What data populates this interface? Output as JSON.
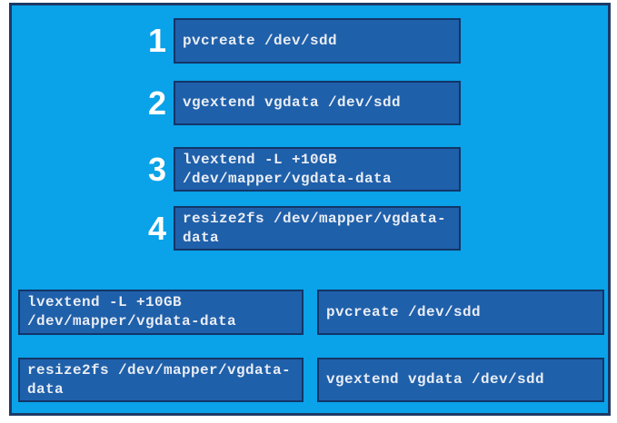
{
  "colors": {
    "page_background": "#ffffff",
    "panel_background": "#0aa2e8",
    "panel_border": "#1c3a66",
    "box_background": "#1f60aa",
    "box_border": "#123568",
    "command_text": "#e9edf5",
    "number_text": "#ffffff"
  },
  "sequence_slots": [
    {
      "number": "1",
      "command": "pvcreate /dev/sdd",
      "lines": [
        "pvcreate /dev/sdd"
      ]
    },
    {
      "number": "2",
      "command": "vgextend vgdata /dev/sdd",
      "lines": [
        "vgextend vgdata /dev/sdd"
      ]
    },
    {
      "number": "3",
      "command": "lvextend -L +10GB /dev/mapper/vgdata-data",
      "lines": [
        "lvextend -L +10GB",
        "/dev/mapper/vgdata-data"
      ]
    },
    {
      "number": "4",
      "command": "resize2fs /dev/mapper/vgdata-data",
      "lines": [
        "resize2fs /dev/mapper/vgdata-",
        "data"
      ]
    }
  ],
  "answer_options": [
    {
      "command": "lvextend -L +10GB /dev/mapper/vgdata-data",
      "lines": [
        "lvextend -L +10GB",
        "/dev/mapper/vgdata-data"
      ]
    },
    {
      "command": "pvcreate /dev/sdd",
      "lines": [
        "pvcreate /dev/sdd"
      ]
    },
    {
      "command": "resize2fs /dev/mapper/vgdata-data",
      "lines": [
        "resize2fs /dev/mapper/vgdata-",
        "data"
      ]
    },
    {
      "command": "vgextend vgdata /dev/sdd",
      "lines": [
        "vgextend vgdata /dev/sdd"
      ]
    }
  ]
}
